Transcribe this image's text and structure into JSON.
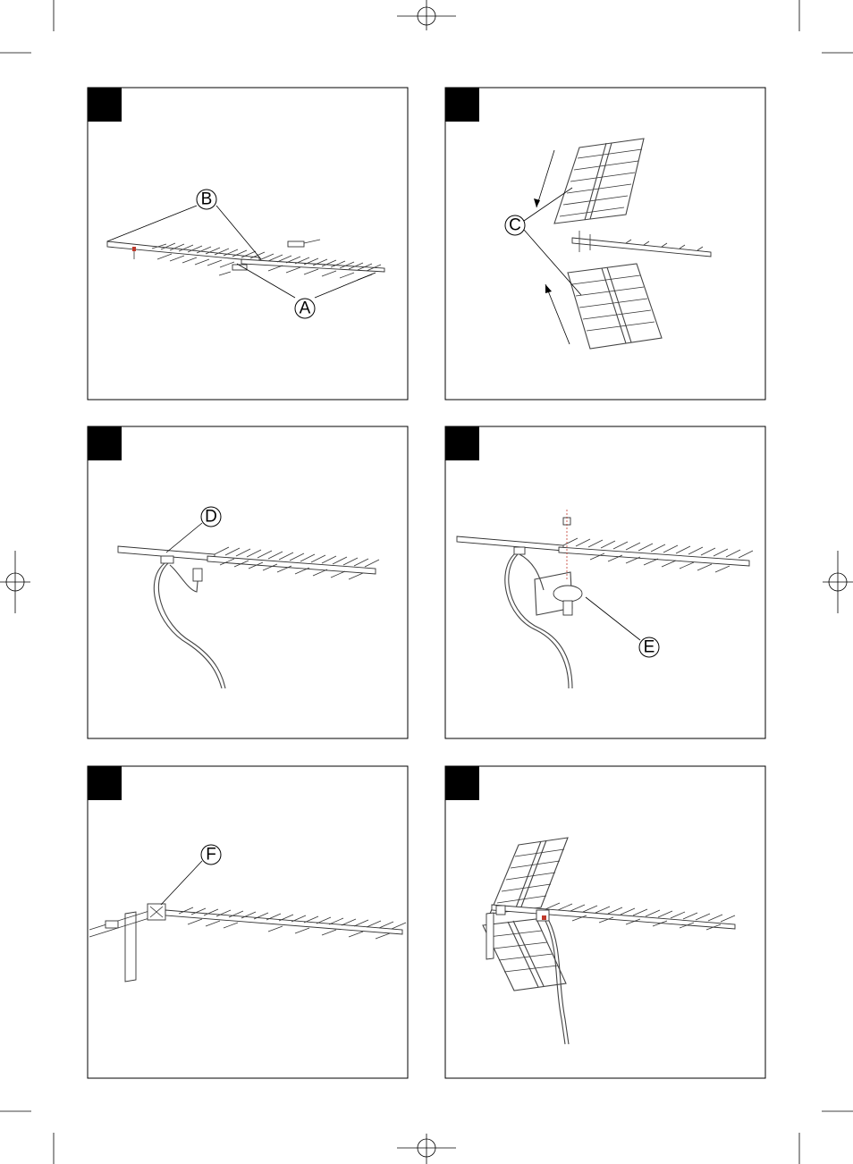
{
  "panels": [
    {
      "callouts": [
        {
          "label": "B"
        },
        {
          "label": "A"
        }
      ]
    },
    {
      "callouts": [
        {
          "label": "C"
        }
      ]
    },
    {
      "callouts": [
        {
          "label": "D"
        }
      ]
    },
    {
      "callouts": [
        {
          "label": "E"
        }
      ]
    },
    {
      "callouts": [
        {
          "label": "F"
        }
      ]
    },
    {
      "callouts": []
    }
  ],
  "colors": {
    "frame": "#000000",
    "tab": "#000000",
    "accent": "#c0392b"
  },
  "icons": [
    "registration-mark-icon",
    "crop-mark-icon"
  ]
}
